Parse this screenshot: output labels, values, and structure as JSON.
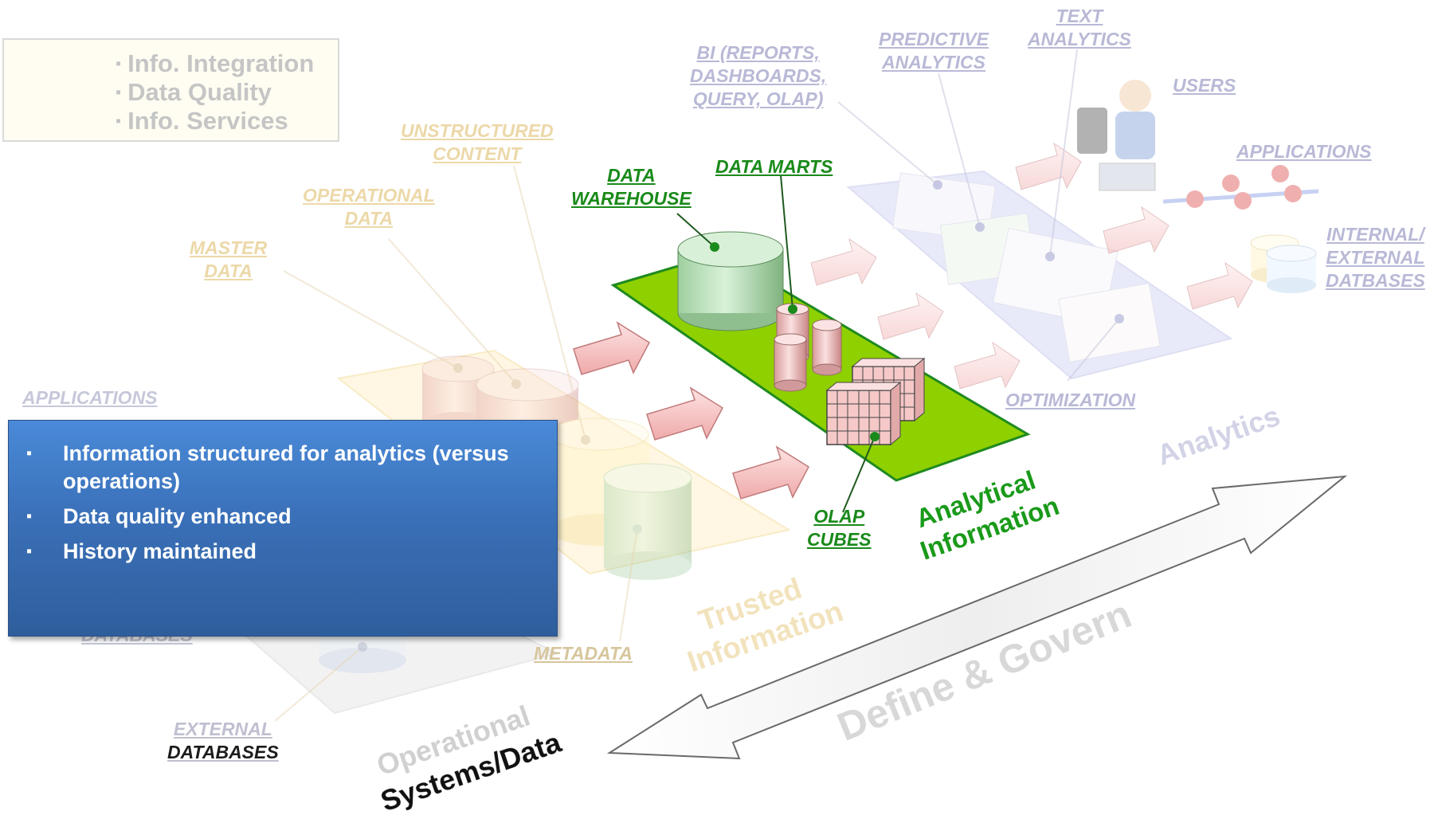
{
  "legend": {
    "items": [
      "Info. Integration",
      "Data Quality",
      "Info. Services"
    ]
  },
  "labels": {
    "text_analytics": [
      "TEXT",
      "ANALYTICS"
    ],
    "predictive_analytics": [
      "PREDICTIVE",
      "ANALYTICS"
    ],
    "bi": [
      "BI (REPORTS,",
      "DASHBOARDS,",
      "QUERY, OLAP)"
    ],
    "users": "USERS",
    "applications_top": "APPLICATIONS",
    "internal_external": [
      "INTERNAL/",
      "EXTERNAL",
      "DATBASES"
    ],
    "unstructured": [
      "UNSTRUCTURED",
      "CONTENT"
    ],
    "operational_data": [
      "OPERATIONAL",
      "DATA"
    ],
    "master_data": [
      "MASTER",
      "DATA"
    ],
    "data_warehouse": [
      "DATA",
      "WAREHOUSE"
    ],
    "data_marts": "DATA MARTS",
    "optimization": "OPTIMIZATION",
    "applications_left": "APPLICATIONS",
    "olap_cubes": [
      "OLAP",
      "CUBES"
    ],
    "metadata": "METADATA",
    "databases_hidden": "DATABASES",
    "external_databases": [
      "EXTERNAL",
      "DATABASES"
    ]
  },
  "zones": {
    "analytics": "Analytics",
    "analytical_information": [
      "Analytical",
      "Information"
    ],
    "trusted_information": [
      "Trusted",
      "Information"
    ],
    "operational_systems": [
      "Operational",
      "Systems/Data"
    ],
    "define_govern": "Define & Govern"
  },
  "info_panel": {
    "bullets": [
      "Information structured for analytics (versus operations)",
      "Data quality enhanced",
      "History maintained"
    ]
  },
  "colors": {
    "platform_green": "#8fd000",
    "platform_border": "#1f8a1f",
    "label_green": "#1a8a1a",
    "faded_label": "#b8b9d6",
    "panel_blue": "#3a70b8",
    "arrow_pink": "#f5c0c0"
  }
}
